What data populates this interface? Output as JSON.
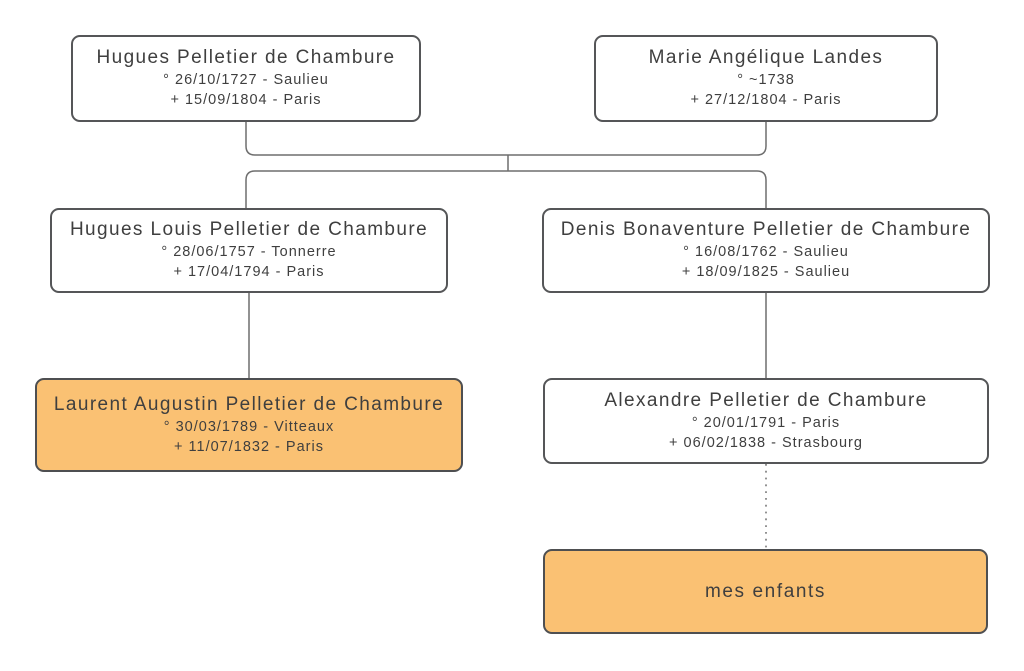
{
  "diagram": {
    "type": "family-tree",
    "persons": [
      {
        "id": "hugues-pelletier",
        "name": "Hugues Pelletier de Chambure",
        "birth": "° 26/10/1727 - Saulieu",
        "death": "+ 15/09/1804 - Paris",
        "highlighted": false
      },
      {
        "id": "marie-angelique-landes",
        "name": "Marie Angélique Landes",
        "birth": "° ~1738",
        "death": "+ 27/12/1804 - Paris",
        "highlighted": false
      },
      {
        "id": "hugues-louis-pelletier",
        "name": "Hugues Louis Pelletier de Chambure",
        "birth": "° 28/06/1757 - Tonnerre",
        "death": "+ 17/04/1794 - Paris",
        "highlighted": false
      },
      {
        "id": "denis-bonaventure",
        "name": "Denis Bonaventure Pelletier de Chambure",
        "birth": "° 16/08/1762 - Saulieu",
        "death": "+ 18/09/1825 - Saulieu",
        "highlighted": false
      },
      {
        "id": "laurent-augustin",
        "name": "Laurent Augustin Pelletier de Chambure",
        "birth": "° 30/03/1789 - Vitteaux",
        "death": "+ 11/07/1832 - Paris",
        "highlighted": true
      },
      {
        "id": "alexandre-pelletier",
        "name": "Alexandre Pelletier de Chambure",
        "birth": "° 20/01/1791 - Paris",
        "death": "+ 06/02/1838 - Strasbourg",
        "highlighted": false
      }
    ],
    "placeholder_node": {
      "label": "mes enfants",
      "highlighted": true
    },
    "relationships": {
      "couple": [
        "Hugues Pelletier de Chambure",
        "Marie Angélique Landes"
      ],
      "children_of_couple": [
        "Hugues Louis Pelletier de Chambure",
        "Denis Bonaventure Pelletier de Chambure"
      ],
      "child_of_hugues_louis": "Laurent Augustin Pelletier de Chambure",
      "child_of_denis": "Alexandre Pelletier de Chambure",
      "dotted_link": [
        "Alexandre Pelletier de Chambure",
        "mes enfants"
      ]
    }
  },
  "colors": {
    "highlight_fill": "#FAC173",
    "node_fill": "#FFFFFF",
    "node_border": "#555658",
    "line": "#6E6E6E",
    "text": "#3F3F3F",
    "bg": "#FFFFFF"
  }
}
